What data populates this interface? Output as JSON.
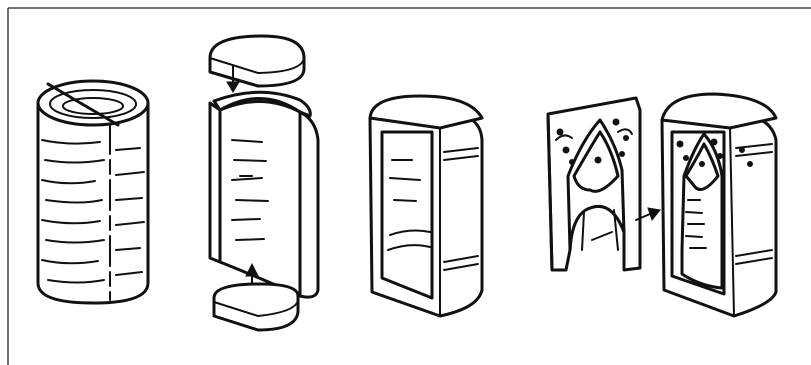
{
  "figure": {
    "steps": [
      {
        "id": "log"
      },
      {
        "id": "split-shell-with-caps"
      },
      {
        "id": "assembled-frame"
      },
      {
        "id": "carved-panel"
      },
      {
        "id": "finished-shrine"
      }
    ],
    "colors": {
      "ink": "#111111",
      "paper": "#ffffff",
      "frame": "#444444"
    }
  }
}
